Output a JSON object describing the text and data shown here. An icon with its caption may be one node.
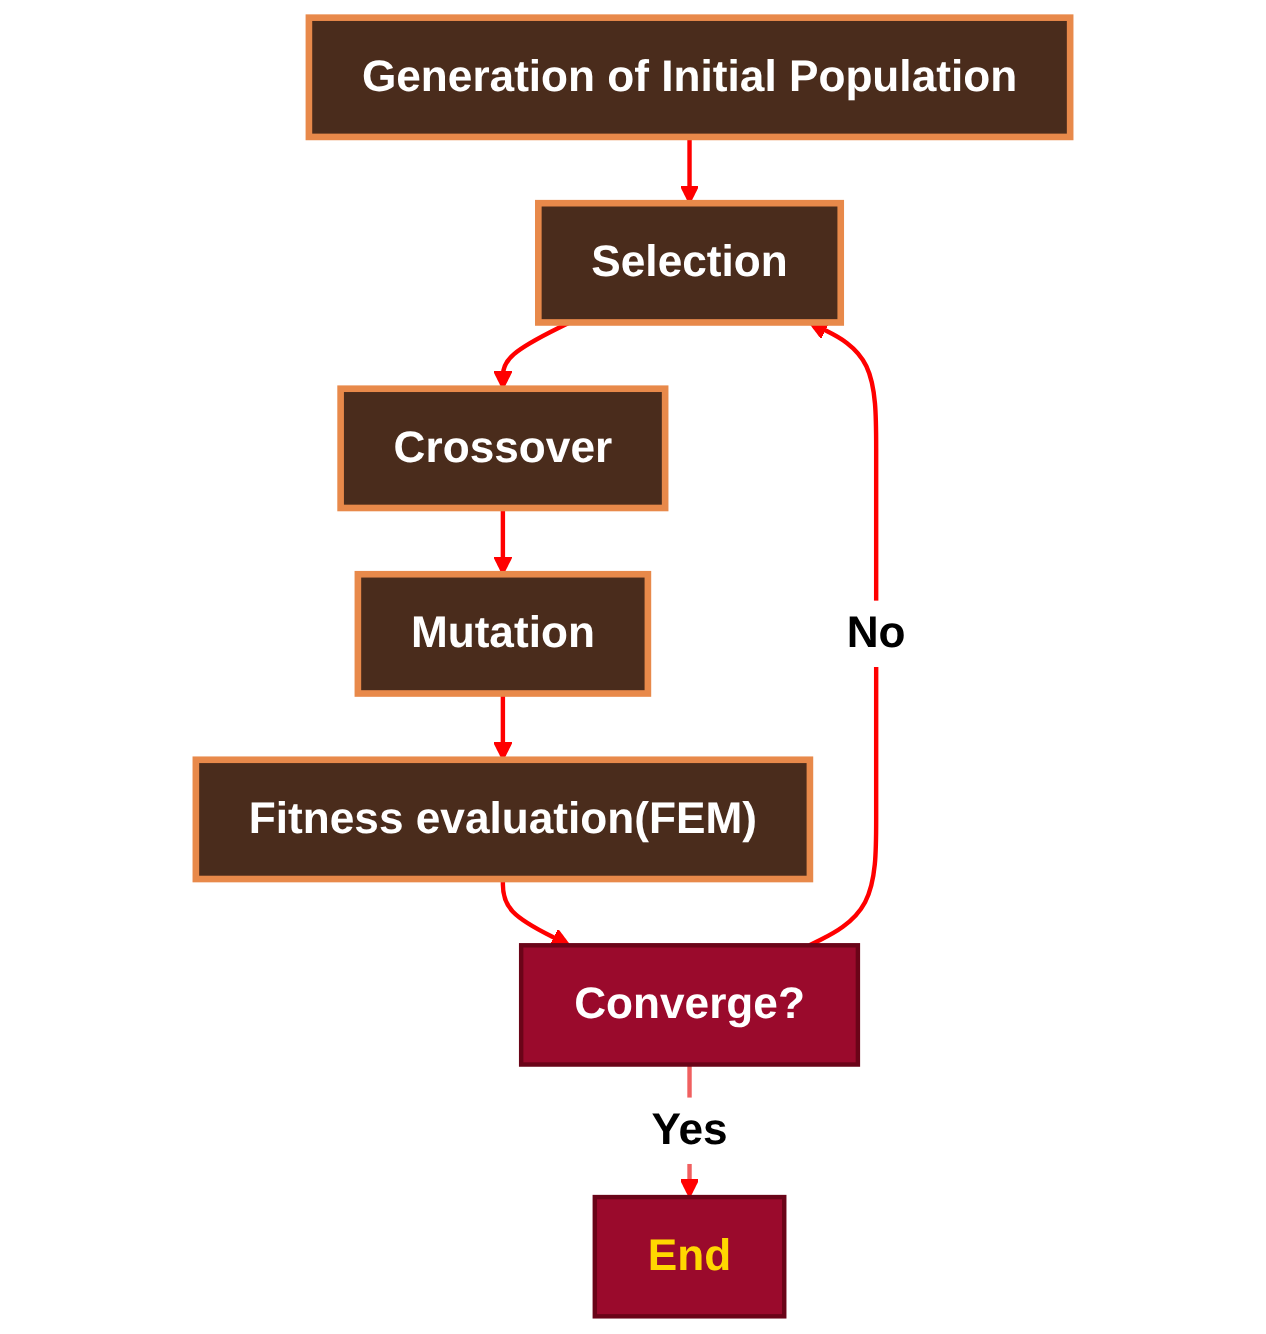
{
  "diagram": {
    "nodes": [
      {
        "text": [
          "Generation of Initial Population"
        ]
      },
      {
        "text": [
          "Selection"
        ]
      },
      {
        "text": [
          "Crossover"
        ]
      },
      {
        "text": [
          "Mutation"
        ]
      },
      {
        "text": [
          "Fitness evaluation(FEM)"
        ]
      },
      {
        "text": [
          "Converge?"
        ]
      },
      {
        "text": [
          "End"
        ]
      }
    ],
    "edges": [
      {
        "from": 0,
        "to": 1,
        "arrow": "to"
      },
      {
        "from": 1,
        "to": 2,
        "arrow": "to"
      },
      {
        "from": 2,
        "to": 3,
        "arrow": "to"
      },
      {
        "from": 3,
        "to": 4,
        "arrow": "to"
      },
      {
        "from": 4,
        "to": 5,
        "arrow": "to"
      },
      {
        "from": 5,
        "to": 1,
        "label": "No",
        "arrow": "to"
      },
      {
        "from": 5,
        "to": 6,
        "label": "Yes",
        "arrow": "to",
        "color": "#f06060"
      }
    ]
  }
}
